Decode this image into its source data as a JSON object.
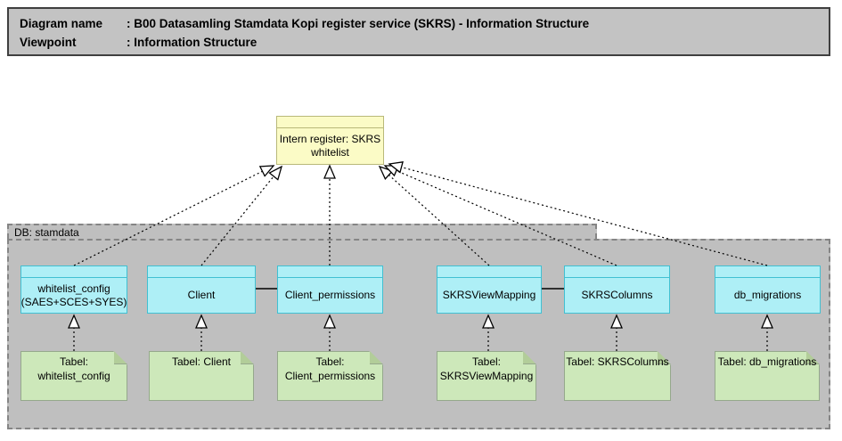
{
  "header": {
    "diagram_label": "Diagram name",
    "diagram_value": ": B00 Datasamling Stamdata Kopi register service (SKRS) - Information Structure",
    "viewpoint_label": "Viewpoint",
    "viewpoint_value": ": Information Structure"
  },
  "register_box": {
    "label": "Intern register: SKRS\nwhitelist"
  },
  "group": {
    "title": "DB: stamdata"
  },
  "entities": [
    {
      "label": "whitelist_config\n(SAES+SCES+SYES)"
    },
    {
      "label": "Client"
    },
    {
      "label": "Client_permissions"
    },
    {
      "label": "SKRSViewMapping"
    },
    {
      "label": "SKRSColumns"
    },
    {
      "label": "db_migrations"
    }
  ],
  "notes": [
    {
      "label": "Tabel:\nwhitelist_config"
    },
    {
      "label": "Tabel: Client"
    },
    {
      "label": "Tabel:\nClient_permissions"
    },
    {
      "label": "Tabel:\nSKRSViewMapping"
    },
    {
      "label": "Tabel: SKRSColumns"
    },
    {
      "label": "Tabel: db_migrations"
    }
  ],
  "relationships": {
    "realization_to_register": [
      "whitelist_config",
      "Client",
      "Client_permissions",
      "SKRSViewMapping",
      "SKRSColumns",
      "db_migrations"
    ],
    "realization_from_tables": [
      "Tabel: whitelist_config -> whitelist_config",
      "Tabel: Client -> Client",
      "Tabel: Client_permissions -> Client_permissions",
      "Tabel: SKRSViewMapping -> SKRSViewMapping",
      "Tabel: SKRSColumns -> SKRSColumns",
      "Tabel: db_migrations -> db_migrations"
    ],
    "associations": [
      "Client - Client_permissions",
      "SKRSViewMapping - SKRSColumns"
    ]
  },
  "colors": {
    "register_fill": "#fbfbc6",
    "register_border": "#b9b97a",
    "entity_fill": "#aeeff6",
    "entity_border": "#41c0d2",
    "note_fill": "#cde8ba",
    "note_border": "#95a88c",
    "note_fold": "#b2cd99",
    "group_fill": "#bfbfbf",
    "group_border": "#858585",
    "header_fill": "#c3c3c3",
    "header_border": "#3f3f3f",
    "connector": "#000000"
  }
}
